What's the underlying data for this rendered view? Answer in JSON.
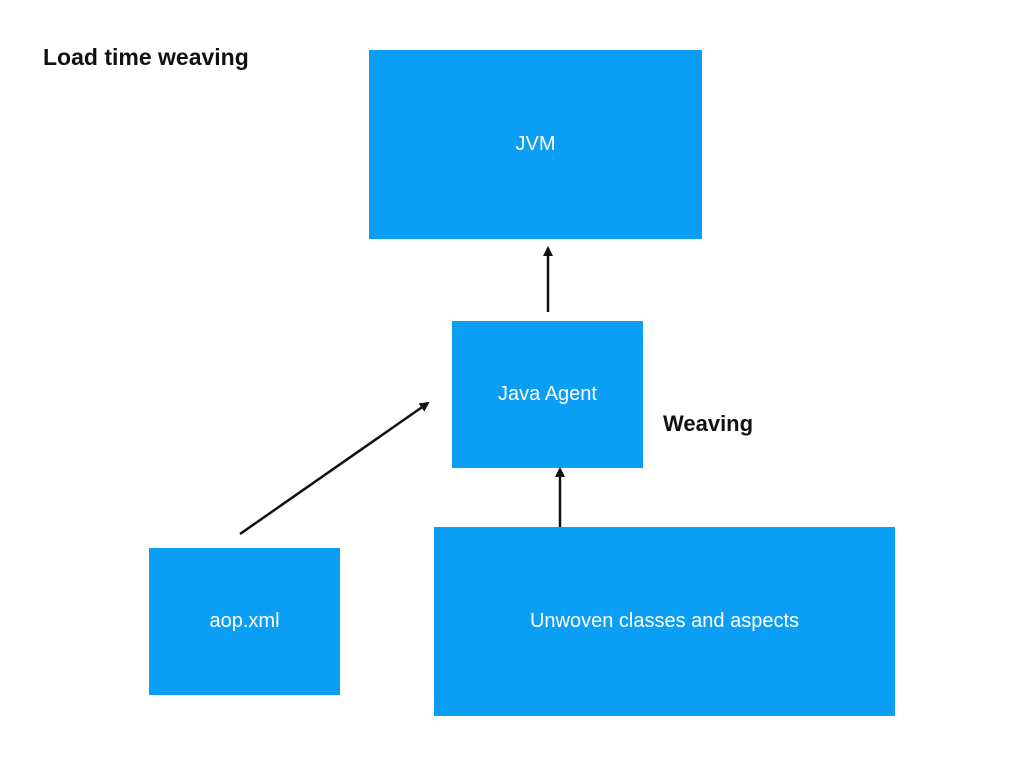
{
  "diagram": {
    "title": "Load time weaving",
    "nodes": {
      "jvm": {
        "label": "JVM"
      },
      "java_agent": {
        "label": "Java Agent"
      },
      "aop_xml": {
        "label": "aop.xml"
      },
      "unwoven": {
        "label": "Unwoven classes and aspects"
      }
    },
    "edge_label": "Weaving",
    "edges": [
      {
        "from": "java_agent",
        "to": "jvm"
      },
      {
        "from": "unwoven",
        "to": "java_agent"
      },
      {
        "from": "aop_xml",
        "to": "java_agent"
      }
    ],
    "colors": {
      "box_fill": "#0a9ff5",
      "box_text": "#ffffff",
      "arrow": "#111111",
      "text": "#111111"
    }
  }
}
